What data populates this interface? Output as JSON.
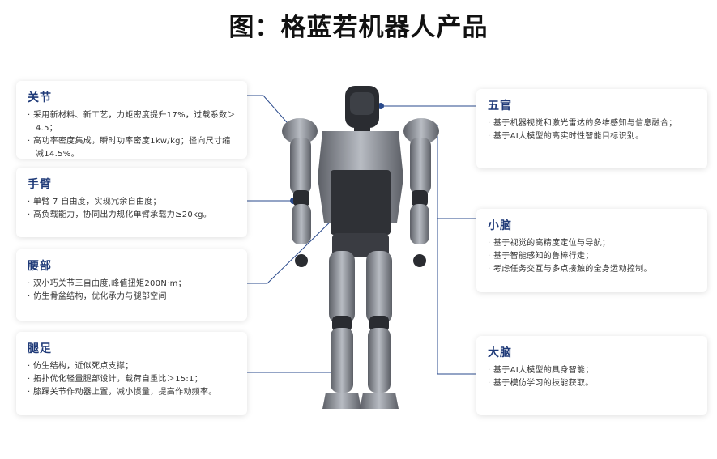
{
  "title": "图：格蓝若机器人产品",
  "colors": {
    "accent": "#1f3a78",
    "connector": "#2a4a8c"
  },
  "left_cards": [
    {
      "heading": "关节",
      "items": [
        "采用新材料、新工艺，力矩密度提升17%，过载系数＞4.5；",
        "高功率密度集成，瞬时功率密度1kw/kg；径向尺寸缩减14.5%。"
      ]
    },
    {
      "heading": "手臂",
      "items": [
        "单臂 7 自由度，实现冗余自由度；",
        "高负载能力，协同出力规化单臂承载力≥20kg。"
      ]
    },
    {
      "heading": "腰部",
      "items": [
        "双小巧关节三自由度,峰值扭矩200N·m；",
        "仿生骨盆结构，优化承力与腿部空间"
      ]
    },
    {
      "heading": "腿足",
      "items": [
        "仿生结构，近似死点支撑；",
        "拓扑优化轻量腿部设计，载荷自重比＞15:1；",
        "膝踝关节作动器上置，减小惯量，提高作动频率。"
      ]
    }
  ],
  "right_cards": [
    {
      "heading": "五官",
      "items": [
        "基于机器视觉和激光雷达的多维感知与信息融合；",
        "基于AI大模型的高实时性智能目标识别。"
      ]
    },
    {
      "heading": "小脑",
      "items": [
        "基于视觉的高精度定位与导航；",
        "基于智能感知的鲁棒行走；",
        "考虑任务交互与多点接触的全身运动控制。"
      ]
    },
    {
      "heading": "大脑",
      "items": [
        "基于AI大模型的具身智能；",
        "基于模仿学习的技能获取。"
      ]
    }
  ]
}
